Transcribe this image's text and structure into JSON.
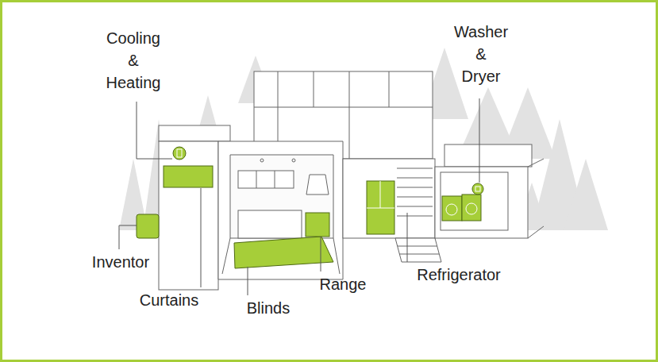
{
  "diagram": {
    "labels": [
      "Cooling & Heating",
      "Washer & Dryer",
      "Inventor",
      "Curtains",
      "Blinds",
      "Range",
      "Refrigerator"
    ]
  }
}
